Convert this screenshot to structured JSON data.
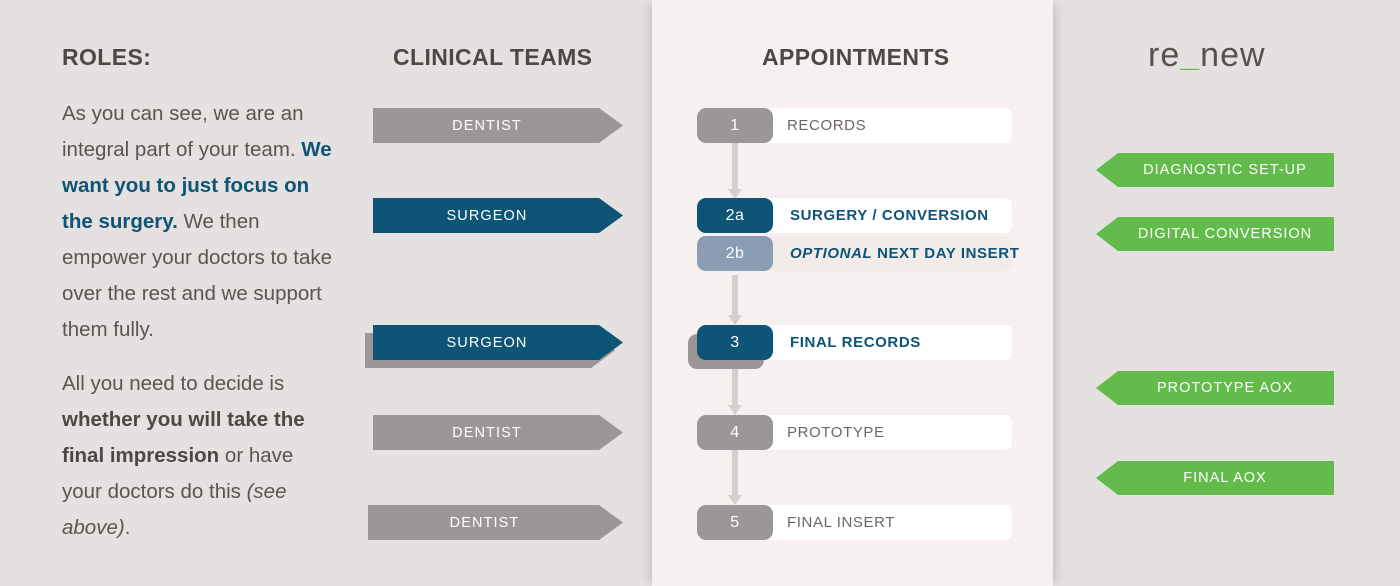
{
  "background_color": "#e5e1e0",
  "center_panel_color": "#f6f1f0",
  "colors": {
    "blue": "#0d5476",
    "gray": "#9b9796",
    "slate": "#8b9cb5",
    "green": "#63bb4c",
    "text_gray": "#5b5452",
    "heading_gray": "#4e4745"
  },
  "headings": {
    "roles": "ROLES:",
    "clinical_teams": "CLINICAL TEAMS",
    "appointments": "APPOINTMENTS"
  },
  "logo": {
    "prefix": "re",
    "underscore": "_",
    "suffix": "new",
    "full": "re_new"
  },
  "roles_text": {
    "p1_part1": "As you can see, we are an integral part of your team. ",
    "p1_accent": "We want you to just focus on the surgery.",
    "p1_part2": "  We then empower your doctors to take over the rest and we support them fully.",
    "p2_part1": "All you need to decide is ",
    "p2_bold": "whether you will take the final impression",
    "p2_part2": " or have your doctors do this ",
    "p2_italic": "(see above)",
    "p2_end": "."
  },
  "clinical_teams": [
    {
      "label": "DENTIST",
      "color": "gray",
      "has_shadow_arrow": false
    },
    {
      "label": "SURGEON",
      "color": "blue",
      "has_shadow_arrow": false
    },
    {
      "label": "SURGEON",
      "color": "blue",
      "has_shadow_arrow": true
    },
    {
      "label": "DENTIST",
      "color": "gray",
      "has_shadow_arrow": false
    },
    {
      "label": "DENTIST",
      "color": "gray",
      "has_shadow_arrow": false
    }
  ],
  "appointments": [
    {
      "number": "1",
      "label": "RECORDS",
      "badge_color": "gray",
      "label_color": "gray",
      "bar": "white",
      "optional_prefix": "",
      "has_shadow_badge": false
    },
    {
      "number": "2a",
      "label": "SURGERY / CONVERSION",
      "badge_color": "blue",
      "label_color": "blue",
      "bar": "white",
      "optional_prefix": "",
      "has_shadow_badge": false
    },
    {
      "number": "2b",
      "label": "NEXT DAY INSERT",
      "badge_color": "slate",
      "label_color": "blue",
      "bar": "faint",
      "optional_prefix": "OPTIONAL",
      "has_shadow_badge": false
    },
    {
      "number": "3",
      "label": "FINAL RECORDS",
      "badge_color": "blue",
      "label_color": "blue",
      "bar": "white",
      "optional_prefix": "",
      "has_shadow_badge": true
    },
    {
      "number": "4",
      "label": "PROTOTYPE",
      "badge_color": "gray",
      "label_color": "gray",
      "bar": "white",
      "optional_prefix": "",
      "has_shadow_badge": false
    },
    {
      "number": "5",
      "label": "FINAL INSERT",
      "badge_color": "gray",
      "label_color": "gray",
      "bar": "white",
      "optional_prefix": "",
      "has_shadow_badge": false
    }
  ],
  "renew_services": [
    {
      "label": "DIAGNOSTIC SET-UP"
    },
    {
      "label": "DIGITAL CONVERSION"
    },
    {
      "label": "PROTOTYPE AOX"
    },
    {
      "label": "FINAL AOX"
    }
  ]
}
